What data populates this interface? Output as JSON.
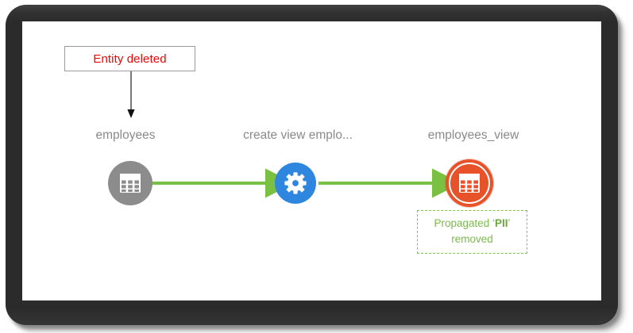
{
  "diagram": {
    "title": "data-lineage-graph",
    "callout": {
      "text": "Entity deleted",
      "text_color": "#ff0000",
      "border_color": "#9b9b9b"
    },
    "nodes": [
      {
        "id": "employees",
        "label": "employees",
        "icon": "table-icon",
        "shape": "circle",
        "color": "#8c8c8c",
        "state": "deleted"
      },
      {
        "id": "create-view-employees",
        "label": "create view emplo...",
        "icon": "gear-icon",
        "shape": "circle",
        "color": "#2f86de",
        "state": "process"
      },
      {
        "id": "employees-view",
        "label": "employees_view",
        "icon": "table-icon",
        "shape": "circle",
        "color": "#e8522a",
        "state": "selected"
      }
    ],
    "edges": [
      {
        "from": "employees",
        "to": "create-view-employees",
        "color": "#7ac143"
      },
      {
        "from": "create-view-employees",
        "to": "employees-view",
        "color": "#7ac143"
      }
    ],
    "annotation": {
      "line1_prefix": "Propagated ‘",
      "line1_term": "PII",
      "line1_suffix": "’",
      "line2": "removed",
      "text_color": "#79bd4a",
      "border_color": "#7ec04a",
      "border_style": "dashed"
    },
    "label_color": "#8a8a8a"
  }
}
